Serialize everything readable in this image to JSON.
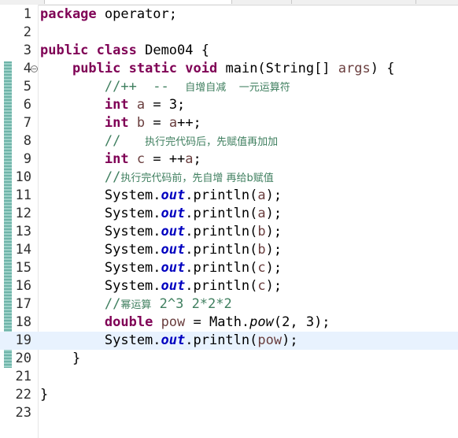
{
  "editor": {
    "lines": [
      {
        "n": "1",
        "tokens": [
          {
            "t": "package",
            "c": "kw"
          },
          {
            "t": " operator;"
          }
        ]
      },
      {
        "n": "2",
        "tokens": []
      },
      {
        "n": "3",
        "tokens": [
          {
            "t": "public",
            "c": "kw"
          },
          {
            "t": " "
          },
          {
            "t": "class",
            "c": "kw"
          },
          {
            "t": " Demo04 {"
          }
        ]
      },
      {
        "n": "4",
        "fold": true,
        "tokens": [
          {
            "t": "    "
          },
          {
            "t": "public",
            "c": "kw"
          },
          {
            "t": " "
          },
          {
            "t": "static",
            "c": "kw"
          },
          {
            "t": " "
          },
          {
            "t": "void",
            "c": "kw"
          },
          {
            "t": " main(String[] "
          },
          {
            "t": "args",
            "c": "var"
          },
          {
            "t": ") {"
          }
        ]
      },
      {
        "n": "5",
        "tokens": [
          {
            "t": "        "
          },
          {
            "t": "//++  --  ",
            "c": "cmt"
          },
          {
            "t": "自增自减    一元运算符",
            "c": "cmt cjk"
          }
        ]
      },
      {
        "n": "6",
        "tokens": [
          {
            "t": "        "
          },
          {
            "t": "int",
            "c": "kw"
          },
          {
            "t": " "
          },
          {
            "t": "a",
            "c": "var"
          },
          {
            "t": " = 3;"
          }
        ]
      },
      {
        "n": "7",
        "tokens": [
          {
            "t": "        "
          },
          {
            "t": "int",
            "c": "kw"
          },
          {
            "t": " "
          },
          {
            "t": "b",
            "c": "var"
          },
          {
            "t": " = "
          },
          {
            "t": "a",
            "c": "var"
          },
          {
            "t": "++;"
          }
        ]
      },
      {
        "n": "8",
        "tokens": [
          {
            "t": "        "
          },
          {
            "t": "//   ",
            "c": "cmt"
          },
          {
            "t": "执行完代码后，先赋值再加加",
            "c": "cmt cjk"
          }
        ]
      },
      {
        "n": "9",
        "tokens": [
          {
            "t": "        "
          },
          {
            "t": "int",
            "c": "kw"
          },
          {
            "t": " "
          },
          {
            "t": "c",
            "c": "var"
          },
          {
            "t": " = ++"
          },
          {
            "t": "a",
            "c": "var"
          },
          {
            "t": ";"
          }
        ]
      },
      {
        "n": "10",
        "tokens": [
          {
            "t": "        "
          },
          {
            "t": "//",
            "c": "cmt"
          },
          {
            "t": "执行完代码前，先自增 再给b赋值",
            "c": "cmt cjk"
          }
        ]
      },
      {
        "n": "11",
        "tokens": [
          {
            "t": "        System."
          },
          {
            "t": "out",
            "c": "fld"
          },
          {
            "t": ".println("
          },
          {
            "t": "a",
            "c": "var"
          },
          {
            "t": ");"
          }
        ]
      },
      {
        "n": "12",
        "tokens": [
          {
            "t": "        System."
          },
          {
            "t": "out",
            "c": "fld"
          },
          {
            "t": ".println("
          },
          {
            "t": "a",
            "c": "var"
          },
          {
            "t": ");"
          }
        ]
      },
      {
        "n": "13",
        "tokens": [
          {
            "t": "        System."
          },
          {
            "t": "out",
            "c": "fld"
          },
          {
            "t": ".println("
          },
          {
            "t": "b",
            "c": "var"
          },
          {
            "t": ");"
          }
        ]
      },
      {
        "n": "14",
        "tokens": [
          {
            "t": "        System."
          },
          {
            "t": "out",
            "c": "fld"
          },
          {
            "t": ".println("
          },
          {
            "t": "b",
            "c": "var"
          },
          {
            "t": ");"
          }
        ]
      },
      {
        "n": "15",
        "tokens": [
          {
            "t": "        System."
          },
          {
            "t": "out",
            "c": "fld"
          },
          {
            "t": ".println("
          },
          {
            "t": "c",
            "c": "var"
          },
          {
            "t": ");"
          }
        ]
      },
      {
        "n": "16",
        "tokens": [
          {
            "t": "        System."
          },
          {
            "t": "out",
            "c": "fld"
          },
          {
            "t": ".println("
          },
          {
            "t": "c",
            "c": "var"
          },
          {
            "t": ");"
          }
        ]
      },
      {
        "n": "17",
        "tokens": [
          {
            "t": "        "
          },
          {
            "t": "//",
            "c": "cmt"
          },
          {
            "t": "幂运算",
            "c": "cmt cjk"
          },
          {
            "t": " 2^3 2*2*2",
            "c": "cmt"
          }
        ]
      },
      {
        "n": "18",
        "tokens": [
          {
            "t": "        "
          },
          {
            "t": "double",
            "c": "kw"
          },
          {
            "t": " "
          },
          {
            "t": "pow",
            "c": "var"
          },
          {
            "t": " = Math."
          },
          {
            "t": "pow",
            "c": "meth"
          },
          {
            "t": "(2, 3);"
          }
        ]
      },
      {
        "n": "19",
        "current": true,
        "tokens": [
          {
            "t": "        System."
          },
          {
            "t": "out",
            "c": "fld"
          },
          {
            "t": ".println("
          },
          {
            "t": "pow",
            "c": "var"
          },
          {
            "t": ");"
          }
        ]
      },
      {
        "n": "20",
        "tokens": [
          {
            "t": "    }"
          }
        ]
      },
      {
        "n": "21",
        "tokens": []
      },
      {
        "n": "22",
        "tokens": [
          {
            "t": "}"
          }
        ]
      },
      {
        "n": "23",
        "tokens": []
      }
    ]
  }
}
